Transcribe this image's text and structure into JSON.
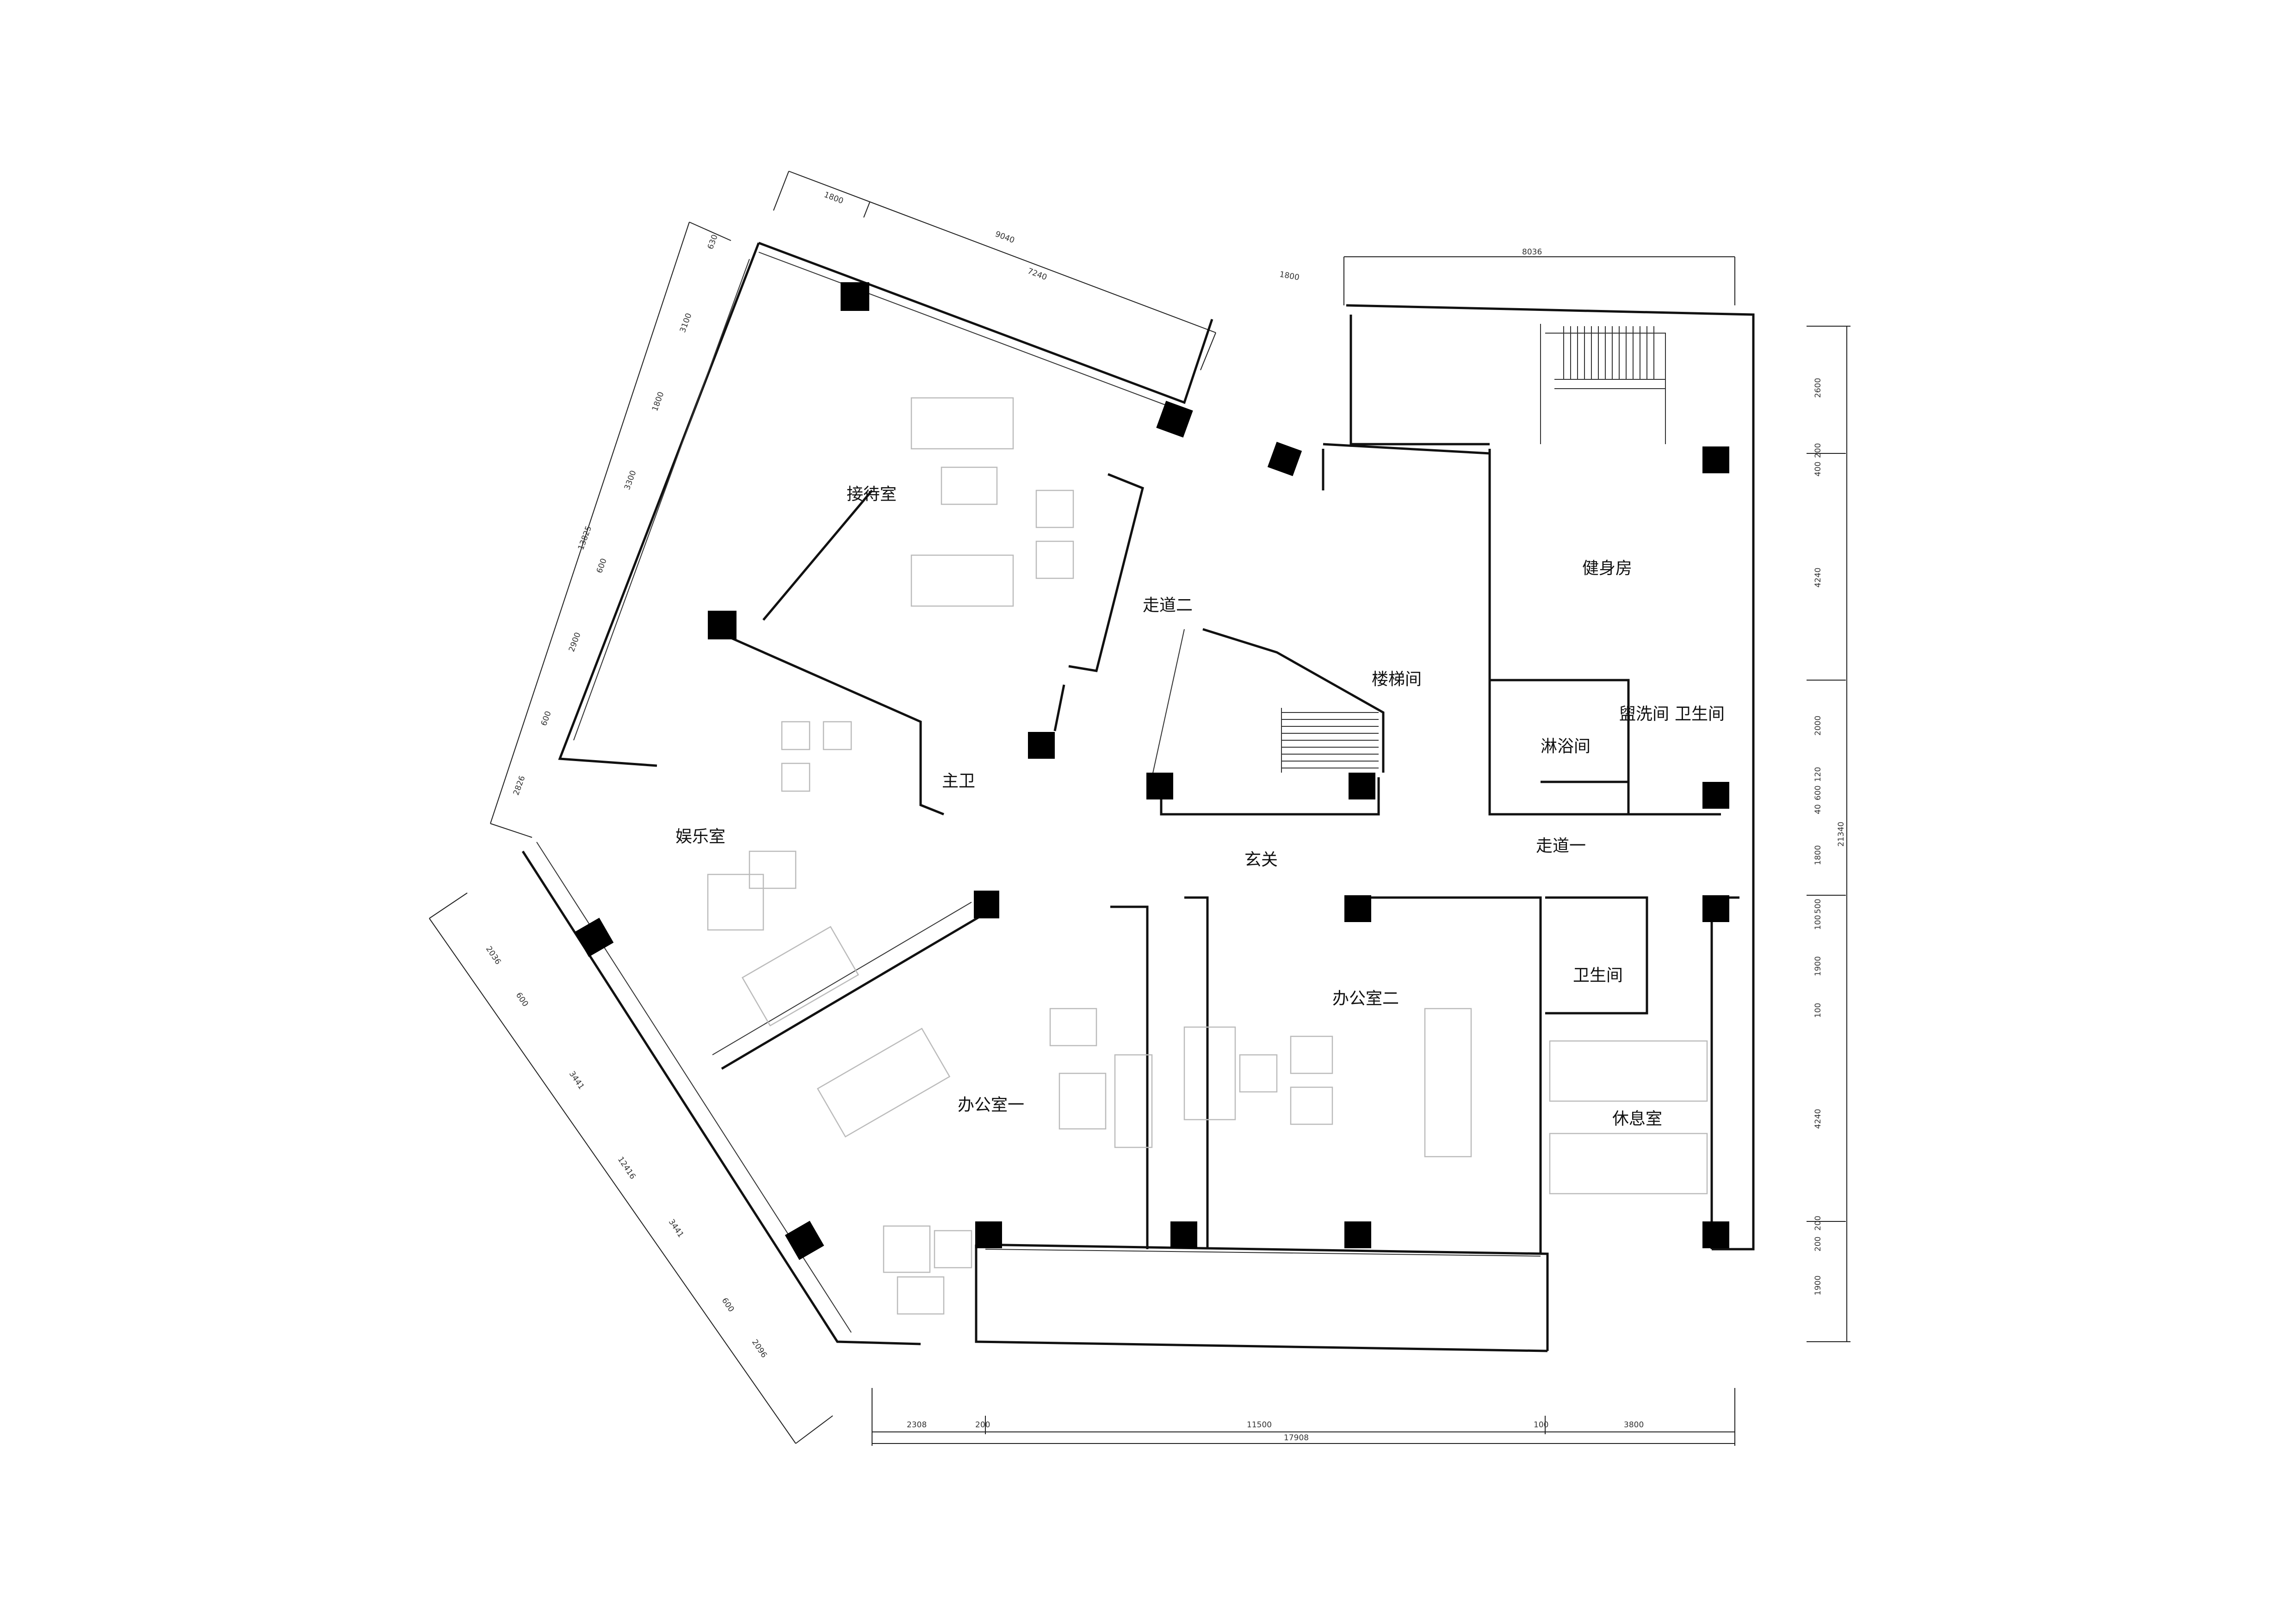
{
  "rooms": {
    "reception": "接待室",
    "corridor_two": "走道二",
    "stairwell": "楼梯间",
    "gym": "健身房",
    "master_bath": "主卫",
    "entertainment": "娱乐室",
    "shower": "淋浴间",
    "washroom": "盥洗间",
    "toilet_upper": "卫生间",
    "foyer": "玄关",
    "corridor_one": "走道一",
    "toilet_lower": "卫生间",
    "office_one": "办公室一",
    "office_two": "办公室二",
    "rest_room": "休息室"
  },
  "dimensions": {
    "top": {
      "seg1": "1800",
      "total": "9040",
      "seg2": "7240"
    },
    "top_right": {
      "small": "1800",
      "total": "8036"
    },
    "left": {
      "total": "13825",
      "s1": "630",
      "s2": "3100",
      "s3": "1800",
      "s4": "3300",
      "s5": "600",
      "s6": "2900",
      "s7": "600",
      "s8": "2826"
    },
    "lower_left": {
      "total": "12416",
      "s1": "2036",
      "s2": "600",
      "s3": "3441",
      "s4": "3441",
      "s5": "600",
      "s6": "2096"
    },
    "right": {
      "total": "21340",
      "s1": "2600",
      "s2": "200",
      "s3": "400",
      "s4": "4240",
      "s5": "2000",
      "s6": "120",
      "s7": "600",
      "s8": "40",
      "s9": "1800",
      "s10": "500",
      "s11": "100",
      "s12": "1900",
      "s13": "100",
      "s14": "4240",
      "s15": "200",
      "s16": "200",
      "s17": "1900"
    },
    "bottom": {
      "s1": "2308",
      "s2": "200",
      "s3": "11500",
      "s4": "100",
      "s5": "3800",
      "total": "17908"
    }
  }
}
